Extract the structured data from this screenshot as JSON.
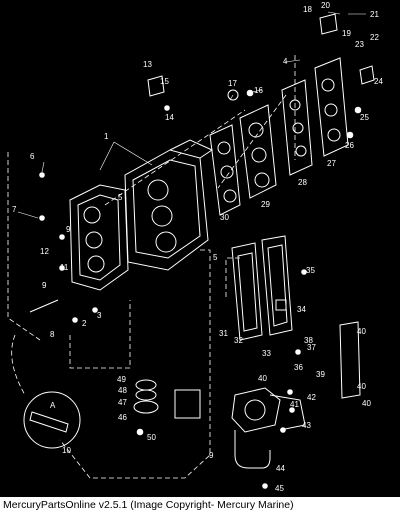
{
  "caption": "MercuryPartsOnline v2.5.1 (Image Copyright- Mercury Marine)",
  "callouts": [
    "1",
    "2",
    "3",
    "4",
    "5",
    "5",
    "6",
    "7",
    "8",
    "9",
    "9",
    "9",
    "10",
    "11",
    "12",
    "13",
    "14",
    "15",
    "16",
    "17",
    "18",
    "19",
    "20",
    "21",
    "22",
    "23",
    "24",
    "25",
    "26",
    "27",
    "28",
    "29",
    "30",
    "31",
    "32",
    "33",
    "34",
    "35",
    "36",
    "37",
    "38",
    "39",
    "40",
    "40",
    "40",
    "40",
    "41",
    "42",
    "43",
    "44",
    "45",
    "46",
    "47",
    "48",
    "49",
    "50"
  ],
  "detail_marker": "A",
  "colors": {
    "background": "#000000",
    "linework": "#ffffff",
    "caption_bar": "#ffffff"
  }
}
